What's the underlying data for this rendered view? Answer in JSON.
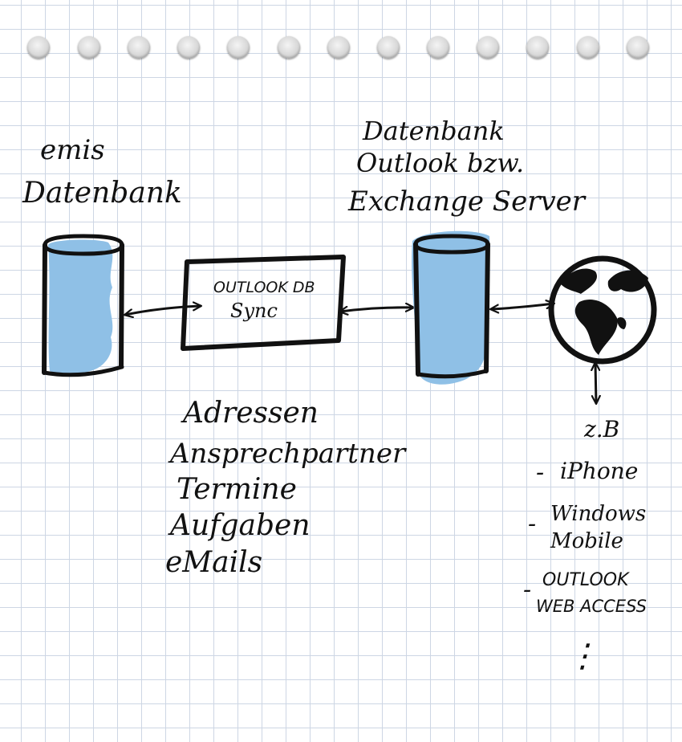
{
  "colors": {
    "ink": "#111111",
    "fill": "#8fc0e6",
    "grid": "#cdd6e4"
  },
  "labels": {
    "left_db_line1": "emis",
    "left_db_line2": "Datenbank",
    "right_db_line1": "Datenbank",
    "right_db_line2": "Outlook bzw.",
    "right_db_line3": "Exchange Server",
    "sync_line1": "OUTLOOK DB",
    "sync_line2": "Sync",
    "example": "z.B"
  },
  "data_items": [
    "Adressen",
    "Ansprechpartner",
    "Termine",
    "Aufgaben",
    "eMails"
  ],
  "devices": [
    {
      "dash": "-",
      "line1": "iPhone",
      "line2": ""
    },
    {
      "dash": "-",
      "line1": "Windows",
      "line2": "Mobile"
    },
    {
      "dash": "-",
      "line1": "OUTLOOK",
      "line2": "WEB ACCESS"
    }
  ],
  "more": "⋮",
  "icons": [
    "database-icon",
    "database-icon",
    "globe-icon"
  ]
}
